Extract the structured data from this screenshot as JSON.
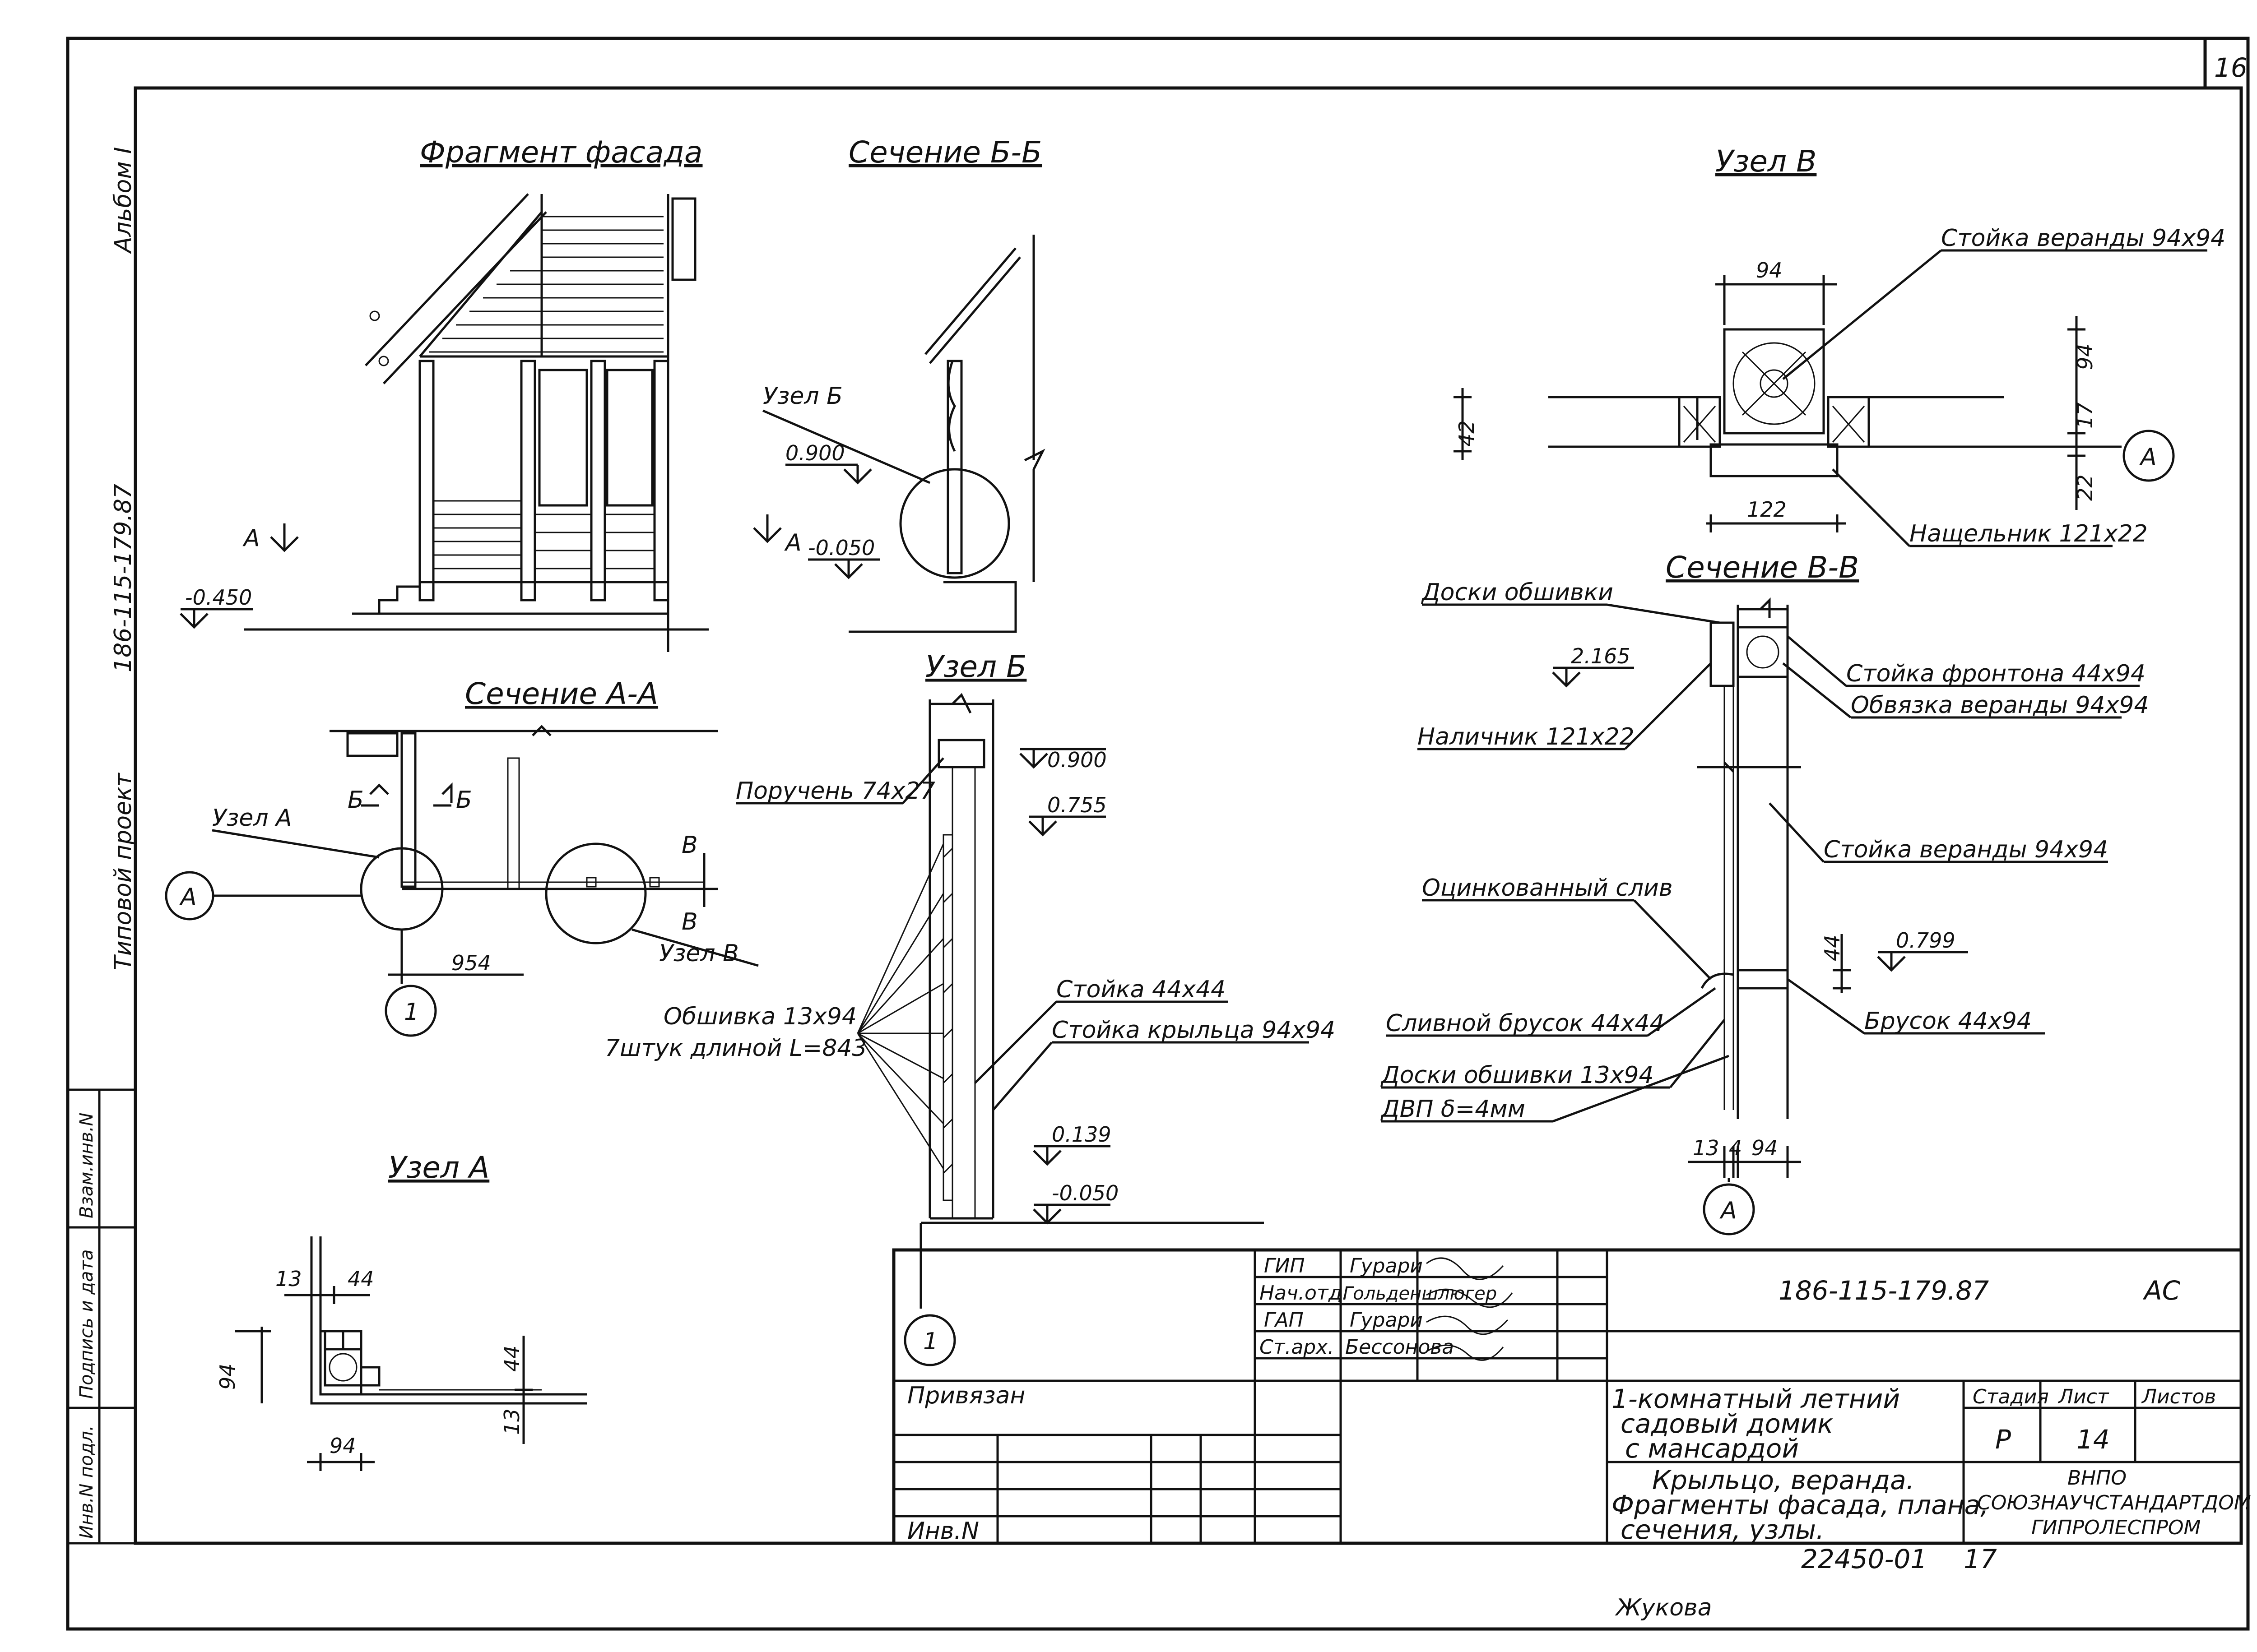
{
  "sheet_number": "16",
  "side_stamp": {
    "album": "Альбом I",
    "code": "186-115-179.87",
    "project": "Типовой проект"
  },
  "side_fields": [
    "Взам.инв.N",
    "Подпись и дата",
    "Инв.N подл."
  ],
  "views": {
    "facade": {
      "title": "Фрагмент фасада",
      "elev": "-0.450",
      "cut_mark": "А"
    },
    "section_bb": {
      "title": "Сечение Б-Б",
      "node": "Узел Б",
      "elev_top": "0.900",
      "elev_bottom": "-0.050",
      "cut": "А"
    },
    "section_aa": {
      "title": "Сечение А-А",
      "node_a": "Узел А",
      "node_b": "Узел В",
      "axis": "А",
      "axis_num": "1",
      "dim": "954",
      "cut_b": "Б",
      "cut_v": "В"
    },
    "node_b": {
      "title": "Узел Б",
      "labels": [
        "Поручень 74x27",
        "Обшивка 13x94",
        "7штук длиной L=843",
        "Стойка 44x44",
        "Стойка крыльца 94x94"
      ],
      "elevations": [
        "0.900",
        "0.755",
        "0.139",
        "-0.050"
      ],
      "axis": "1"
    },
    "node_a": {
      "title": "Узел А",
      "dims": [
        "13",
        "44",
        "94",
        "44",
        "13",
        "94"
      ]
    },
    "node_v": {
      "title": "Узел В",
      "labels": [
        "Стойка веранды 94x94",
        "Нащельник 121x22"
      ],
      "dims": [
        "94",
        "94",
        "17",
        "22",
        "42",
        "122"
      ],
      "axis": "А"
    },
    "section_vv": {
      "title": "Сечение В-В",
      "labels": [
        "Доски обшивки",
        "Стойка фронтона 44x94",
        "Обвязка веранды 94x94",
        "Наличник 121x22",
        "Стойка веранды 94x94",
        "Оцинкованный слив",
        "Брусок 44x94",
        "Сливной брусок 44x44",
        "Доски обшивки 13x94",
        "ДВП δ=4мм"
      ],
      "elevations": [
        "2.165",
        "0.799"
      ],
      "dims": [
        "44",
        "13",
        "4",
        "94"
      ],
      "axis": "А"
    }
  },
  "title_block": {
    "roles": [
      {
        "role": "ГИП",
        "name": "Гурари"
      },
      {
        "role": "Нач.отд.",
        "name": "Гольденшлюгер"
      },
      {
        "role": "ГАП",
        "name": "Гурари"
      },
      {
        "role": "Ст.арх.",
        "name": "Бессонова"
      }
    ],
    "code": "186-115-179.87",
    "mark": "АС",
    "tied": "Привязан",
    "inv": "Инв.N",
    "object": [
      "1-комнатный летний",
      "садовый домик",
      "с мансардой"
    ],
    "sheet_title": [
      "Крыльцо, веранда.",
      "Фрагменты фасада, плана,",
      "сечения, узлы."
    ],
    "stage_label": "Стадия",
    "sheet_label": "Лист",
    "sheets_label": "Листов",
    "stage": "Р",
    "sheet": "14",
    "org": [
      "ВНПО",
      "СОЮЗНАУЧСТАНДАРТДОМ",
      "ГИПРОЛЕСПРОМ"
    ],
    "archive_no": "22450-01",
    "archive_sheet": "17"
  },
  "copyist": "Жукова"
}
